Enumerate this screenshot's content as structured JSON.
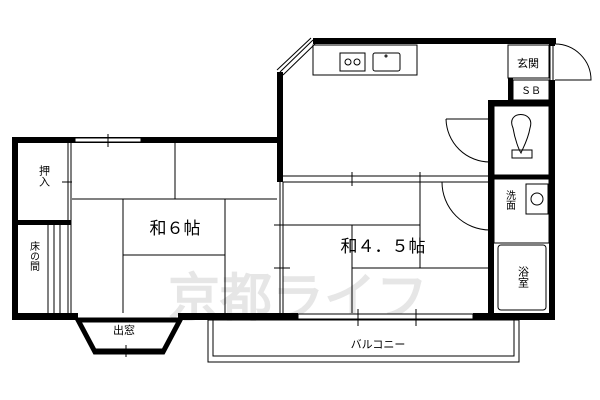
{
  "rooms": {
    "washitsu6": "和６帖",
    "washitsu45": "和４．５帖",
    "oshiire": "押入",
    "tokonoma": "床の間",
    "demado": "出窓",
    "balcony": "バルコニー",
    "genkan": "玄関",
    "shoebox": "ＳＢ",
    "senmen": "洗面",
    "yokushitsu": "浴室"
  },
  "watermark": "京都ライフ",
  "colors": {
    "wall": "#000000",
    "watermark": "#e6e6e6"
  }
}
